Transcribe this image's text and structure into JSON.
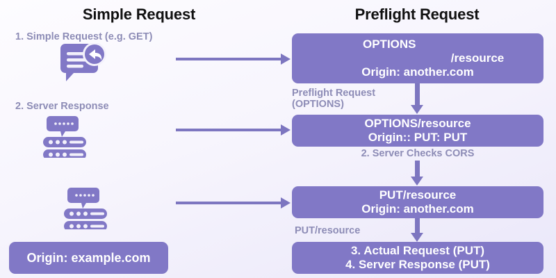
{
  "colors": {
    "box_fill": "#8178c6",
    "arrow": "#7d76c0",
    "muted_label": "#8d8cb6",
    "title": "#111111",
    "box_text": "#ffffff",
    "background_top": "#fdfcff",
    "background_bottom": "#eae7f9"
  },
  "columns": {
    "left_title": "Simple Request",
    "right_title": "Preflight Request"
  },
  "left": {
    "step1_label": "1. Simple Request (e.g. GET)",
    "step2_label": "2. Server Response",
    "origin_box": "Origin: example.com",
    "icons": {
      "chat": "chat-reply-icon",
      "server_top": "server-message-icon",
      "server_bottom": "server-message-icon"
    }
  },
  "right": {
    "boxes": [
      {
        "name": "options-request",
        "lines": [
          "OPTIONS",
          "/resource",
          "Origin: another.com"
        ]
      },
      {
        "name": "options-resource",
        "lines": [
          "OPTIONS/resource",
          "Origin:: PUT: PUT"
        ]
      },
      {
        "name": "put-resource",
        "lines": [
          "PUT/resource",
          "Origin: another.com"
        ]
      },
      {
        "name": "actual-request-response",
        "lines": [
          "3. Actual Request (PUT)",
          "4. Server Response (PUT)"
        ]
      }
    ],
    "connector_labels": [
      {
        "name": "preflight-request-options",
        "text": "Preflight Request\n(OPTIONS)"
      },
      {
        "name": "server-checks-cors",
        "text": "2. Server Checks CORS"
      },
      {
        "name": "put-resource-label",
        "text": "PUT/resource"
      }
    ]
  },
  "arrows": {
    "horizontal_count": 3,
    "vertical_count": 3,
    "direction": "left-to-right / top-to-bottom"
  }
}
